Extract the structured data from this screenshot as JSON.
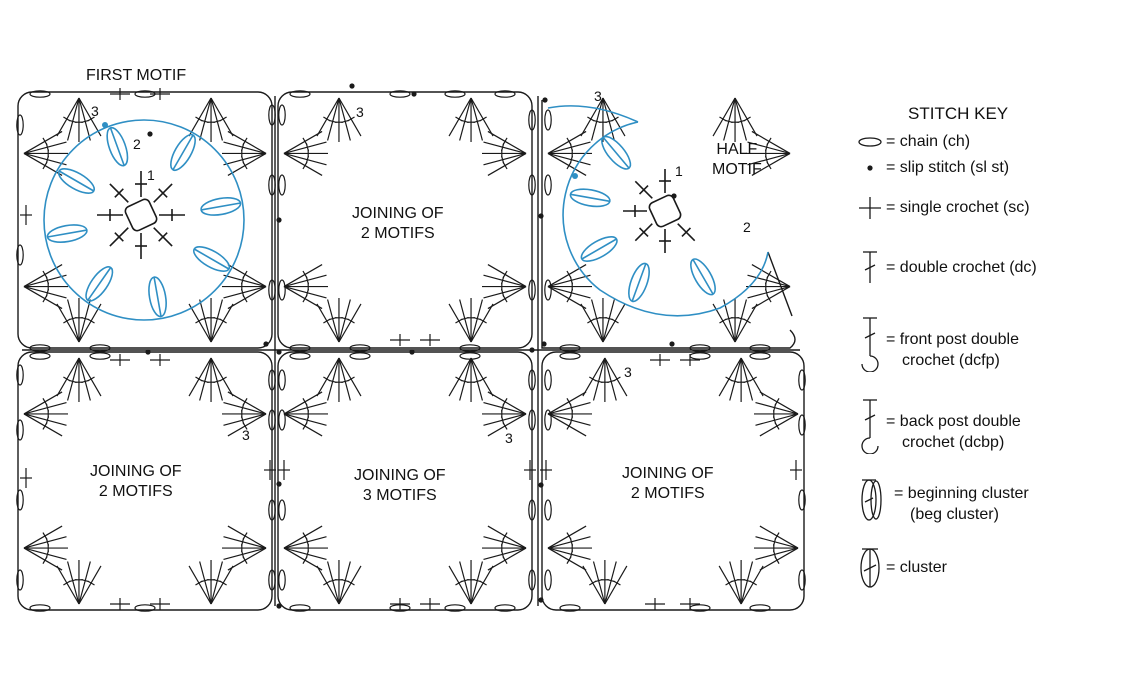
{
  "labels": {
    "first_motif": "FIRST MOTIF",
    "half_motif_line1": "HALF",
    "half_motif_line2": "MOTIF",
    "joining2_line1": "JOINING OF",
    "joining2_line2": "2 MOTIFS",
    "joining3_line1": "JOINING OF",
    "joining3_line2": "3 MOTIFS"
  },
  "round_numbers": [
    "1",
    "2",
    "3"
  ],
  "stitch_key": {
    "title": "STITCH KEY",
    "entries": [
      {
        "symbol": "chain-icon",
        "text": "= chain (ch)"
      },
      {
        "symbol": "slip-stitch-icon",
        "text": "= slip stitch (sl st)"
      },
      {
        "symbol": "single-crochet-icon",
        "text": "= single crochet (sc)"
      },
      {
        "symbol": "double-crochet-icon",
        "text": "= double crochet (dc)"
      },
      {
        "symbol": "front-post-dc-icon",
        "text": "= front post double",
        "text2": "crochet (dcfp)"
      },
      {
        "symbol": "back-post-dc-icon",
        "text": "= back post double",
        "text2": "crochet (dcbp)"
      },
      {
        "symbol": "beginning-cluster-icon",
        "text": "= beginning cluster",
        "text2": "(beg cluster)"
      },
      {
        "symbol": "cluster-icon",
        "text": "= cluster"
      }
    ]
  },
  "colors": {
    "ink": "#1a1a1a",
    "highlight": "#2f8fc4"
  }
}
